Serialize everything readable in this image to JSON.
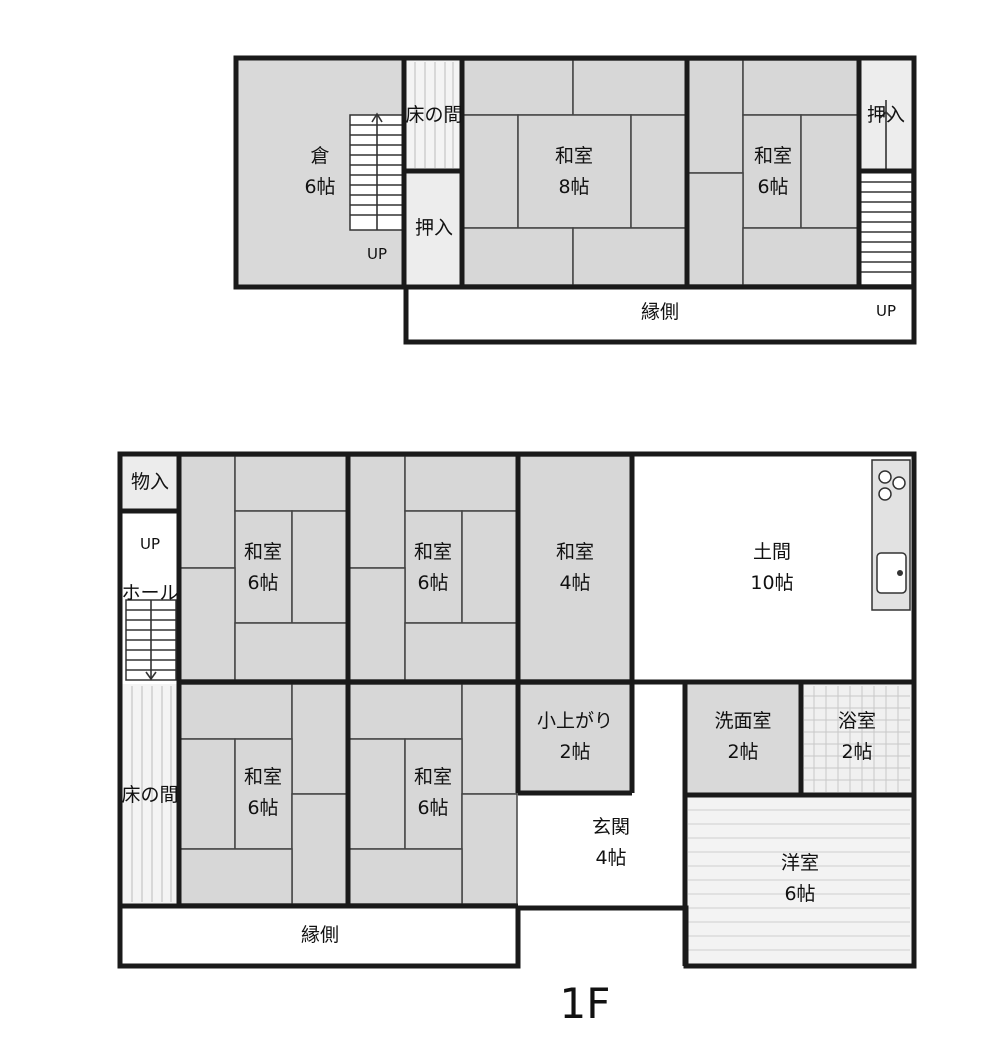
{
  "upper_floor": {
    "kura": {
      "name": "倉",
      "size": "6帖"
    },
    "toko": "床の間",
    "oshiire_left": "押入",
    "washitsu_8": {
      "name": "和室",
      "size": "8帖"
    },
    "washitsu_6": {
      "name": "和室",
      "size": "6帖"
    },
    "oshiire_right": "押入",
    "engawa": "縁側",
    "up_left": "UP",
    "up_right": "UP"
  },
  "first_floor": {
    "label": "1F",
    "monoire": "物入",
    "up": "UP",
    "hall": "ホール",
    "toko": "床の間",
    "washitsu_a": {
      "name": "和室",
      "size": "6帖"
    },
    "washitsu_b": {
      "name": "和室",
      "size": "6帖"
    },
    "washitsu_c": {
      "name": "和室",
      "size": "4帖"
    },
    "doma": {
      "name": "土間",
      "size": "10帖"
    },
    "washitsu_d": {
      "name": "和室",
      "size": "6帖"
    },
    "washitsu_e": {
      "name": "和室",
      "size": "6帖"
    },
    "koagari": {
      "name": "小上がり",
      "size": "2帖"
    },
    "senmen": {
      "name": "洗面室",
      "size": "2帖"
    },
    "yokushitsu": {
      "name": "浴室",
      "size": "2帖"
    },
    "genkan": {
      "name": "玄関",
      "size": "4帖"
    },
    "youshitsu": {
      "name": "洋室",
      "size": "6帖"
    },
    "engawa": "縁側"
  }
}
